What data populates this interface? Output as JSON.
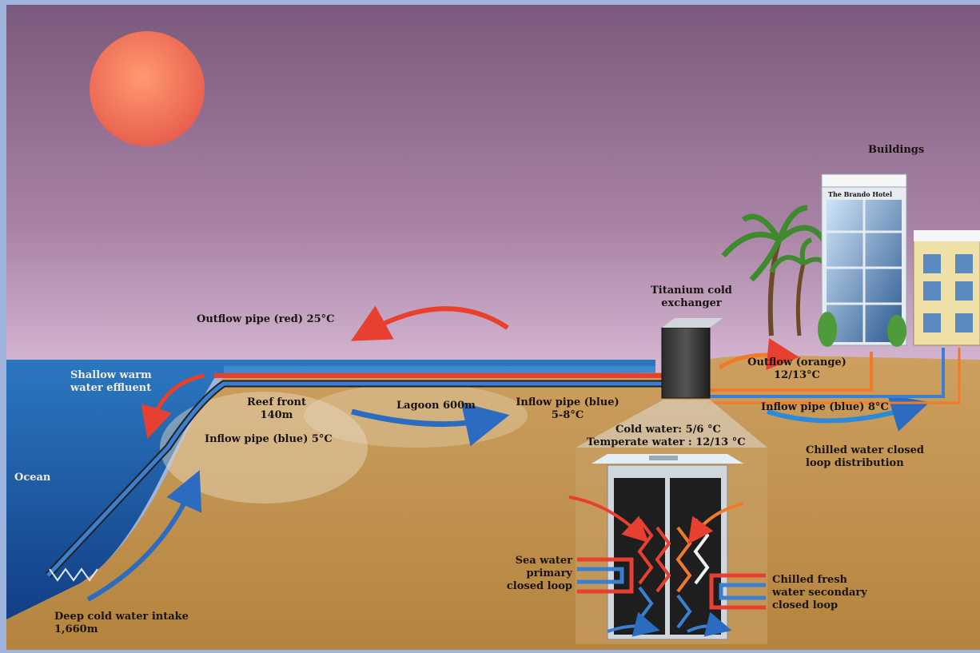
{
  "labels": {
    "buildings": "Buildings",
    "building_sign": "The Brando Hotel",
    "exchanger_l1": "Titanium cold",
    "exchanger_l2": "exchanger",
    "outflow_red": "Outflow pipe (red) 25°C",
    "shallow_l1": "Shallow warm",
    "shallow_l2": "water effluent",
    "reef_l1": "Reef front",
    "reef_l2": "140m",
    "lagoon": "Lagoon 600m",
    "inflow_blue_58_l1": "Inflow pipe (blue)",
    "inflow_blue_58_l2": "5-8°C",
    "inflow_blue_5": "Inflow pipe (blue) 5°C",
    "ocean": "Ocean",
    "deep_l1": "Deep cold water intake",
    "deep_l2": "1,660m",
    "outflow_orange_l1": "Outflow (orange)",
    "outflow_orange_l2": "12/13°C",
    "inflow_blue_8": "Inflow pipe (blue) 8°C",
    "chilled_dist_l1": "Chilled water closed",
    "chilled_dist_l2": "loop distribution",
    "cold_water": "Cold water: 5/6 °C",
    "temperate_water": "Temperate water : 12/13 °C",
    "sea_loop_l1": "Sea water",
    "sea_loop_l2": "primary",
    "sea_loop_l3": "closed loop",
    "fresh_loop_l1": "Chilled fresh",
    "fresh_loop_l2": "water secondary",
    "fresh_loop_l3": "closed loop"
  },
  "colors": {
    "frame": "#9fb4dc",
    "sky_top": "#7a5a78",
    "sky_bottom": "#c9a6c8",
    "sun": "#f07858",
    "ocean": "#1b5fa8",
    "sand": "#c8974e",
    "pipe_red": "#e8402a",
    "pipe_blue": "#3a7fd0",
    "pipe_orange": "#f07a2a"
  }
}
